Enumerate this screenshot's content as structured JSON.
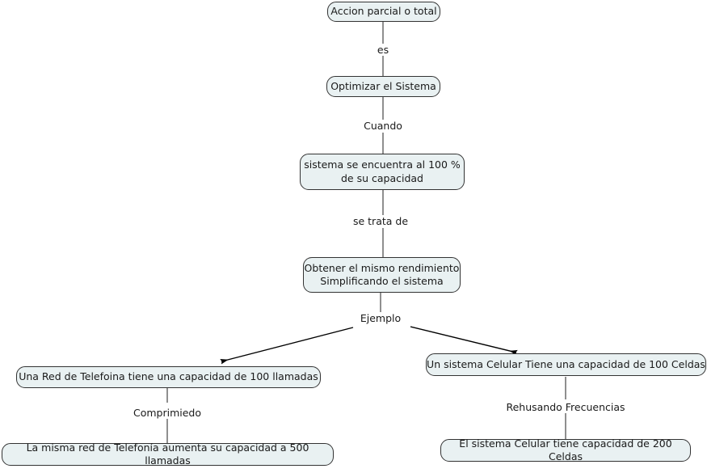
{
  "diagram": {
    "title": "Concept map: Accion parcial o total",
    "node_fill": "#e9f1f2",
    "node_stroke": "#333333",
    "background": "#ffffff",
    "nodes": [
      {
        "id": "n1",
        "label": "Accion parcial o total"
      },
      {
        "id": "n2",
        "label": "Optimizar el Sistema"
      },
      {
        "id": "n3",
        "label": "sistema se encuentra al 100 %\nde su capacidad"
      },
      {
        "id": "n4",
        "label": "Obtener el mismo rendimiento\nSimplificando el sistema"
      },
      {
        "id": "n5",
        "label": "Una Red de Telefoina tiene una capacidad de 100 llamadas"
      },
      {
        "id": "n6",
        "label": "Un sistema Celular Tiene una capacidad de 100 Celdas"
      },
      {
        "id": "n7",
        "label": "La misma red de Telefonía aumenta su capacidad a 500 llamadas"
      },
      {
        "id": "n8",
        "label": "El sistema Celular tiene capacidad de 200 Celdas"
      }
    ],
    "edge_labels": [
      {
        "id": "e1",
        "label": "es"
      },
      {
        "id": "e2",
        "label": "Cuando"
      },
      {
        "id": "e3",
        "label": "se trata de"
      },
      {
        "id": "e4",
        "label": "Ejemplo"
      },
      {
        "id": "e5",
        "label": "Comprimiedo"
      },
      {
        "id": "e6",
        "label": "Rehusando Frecuencias"
      }
    ]
  }
}
